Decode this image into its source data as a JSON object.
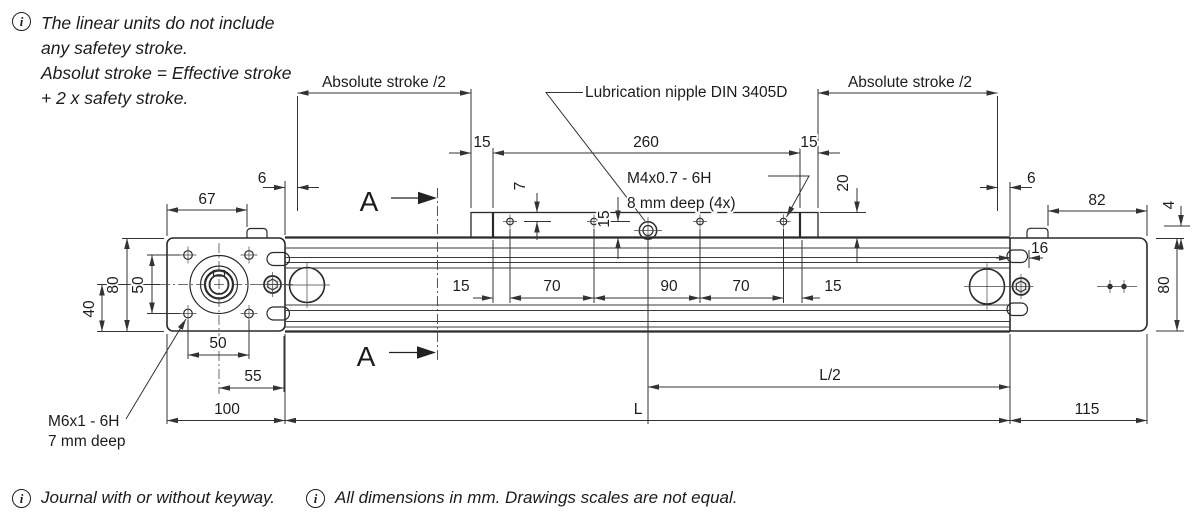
{
  "colors": {
    "line": "#2a2a2a",
    "dim": "#333333",
    "text": "#1c1c1c",
    "bg": "#ffffff"
  },
  "info_icon": "i",
  "note_top": {
    "lines": [
      "The linear units do not include",
      "any safetey stroke.",
      "Absolut stroke = Effective stroke",
      "+ 2 x safety stroke."
    ]
  },
  "notes_bottom": {
    "left": "Journal with or without keyway.",
    "right": "All dimensions in mm. Drawings scales are not equal."
  },
  "callouts": {
    "abs_stroke_left": "Absolute stroke /2",
    "abs_stroke_right": "Absolute stroke /2",
    "lubrication_nipple": "Lubrication nipple DIN 3405D",
    "m4_thread_line1": "M4x0.7 - 6H",
    "m4_thread_line2": "8 mm  deep (4x)",
    "m6_thread_line1": "M6x1 - 6H",
    "m6_thread_line2": "7 mm deep",
    "section_label_top": "A",
    "section_label_bottom": "A"
  },
  "dims": {
    "d6_left": "6",
    "d67": "67",
    "d15_plate_left": "15",
    "d260": "260",
    "d15_plate_right": "15",
    "d7": "7",
    "d15_nipple": "15",
    "d20": "20",
    "d6_right": "6",
    "d82": "82",
    "d4": "4",
    "d16": "16",
    "d80_left": "80",
    "d50_flange": "50",
    "d40": "40",
    "d80_right": "80",
    "d50_bottom": "50",
    "d55": "55",
    "d100": "100",
    "d15_holes_left": "15",
    "d70_left": "70",
    "d90": "90",
    "d70_right": "70",
    "d15_holes_right": "15",
    "dL2": "L/2",
    "dL": "L",
    "d115": "115"
  }
}
